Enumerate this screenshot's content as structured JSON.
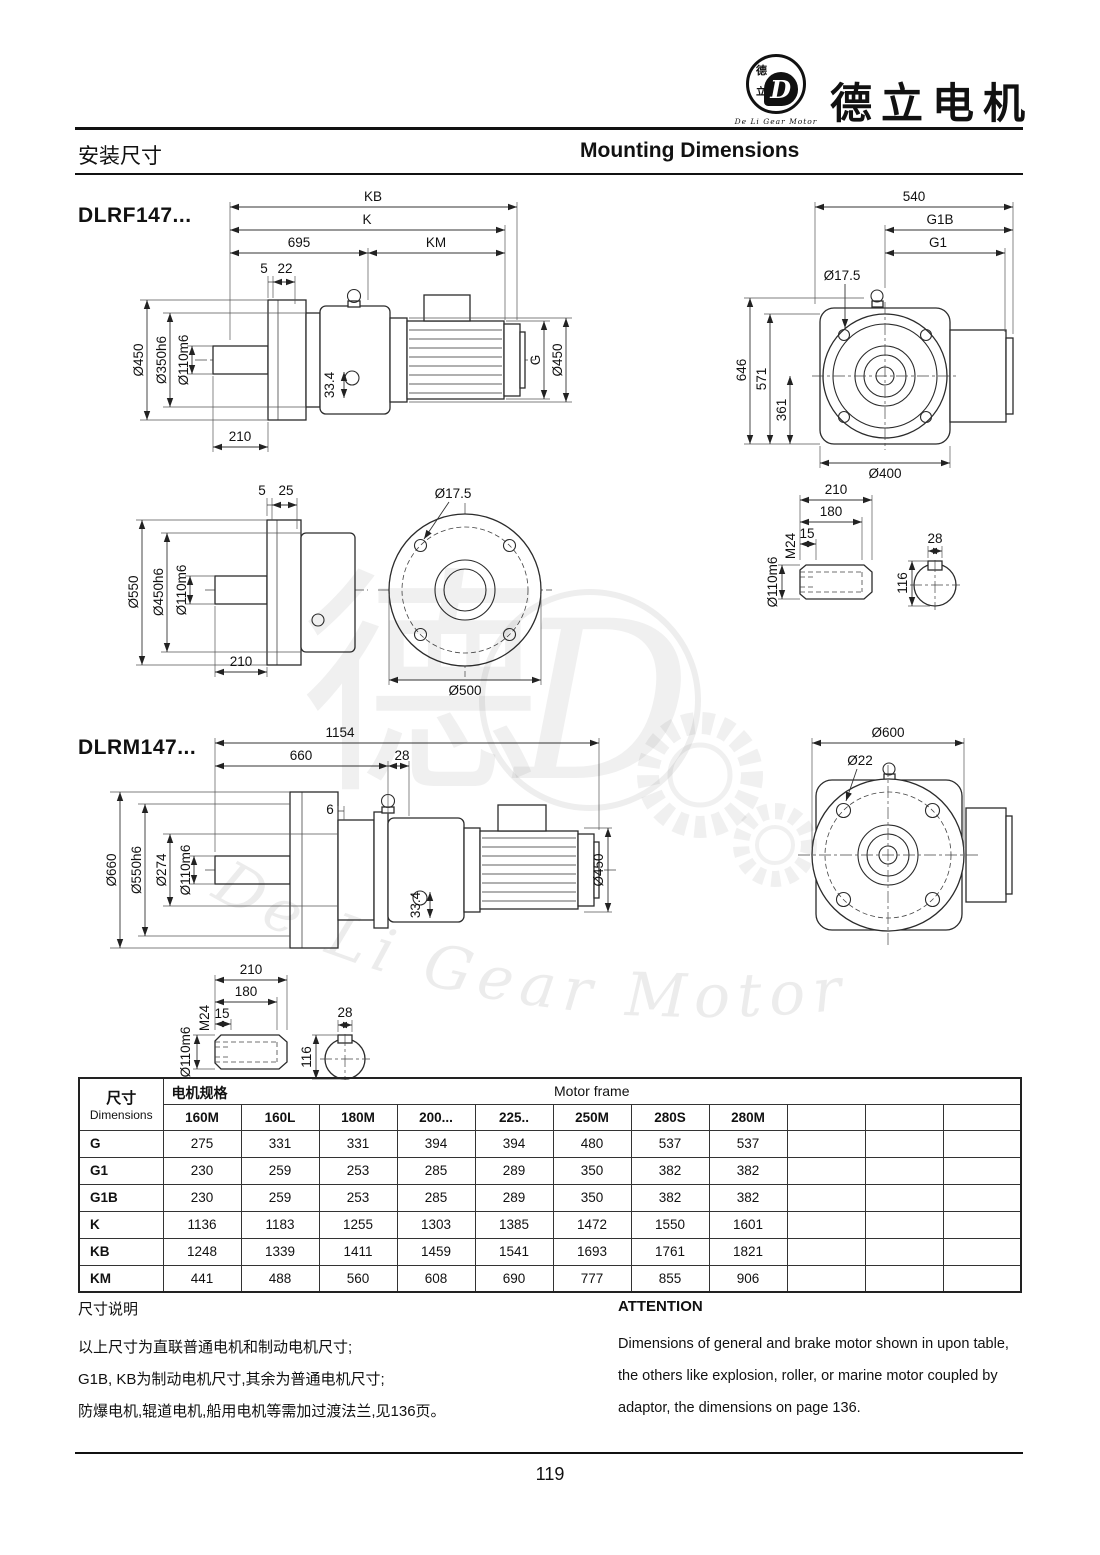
{
  "header": {
    "brand_cn": "德立电机",
    "brand_sub": "De Li Gear Motor",
    "logo_d": "D",
    "logo_top": "德",
    "logo_bottom": "立"
  },
  "titles": {
    "cn": "安装尺寸",
    "en": "Mounting Dimensions"
  },
  "watermark": {
    "d": "D",
    "de": "德",
    "text": "De Li Gear Motor"
  },
  "dlrf": {
    "title": "DLRF147...",
    "side": {
      "kb": "KB",
      "k": "K",
      "l695": "695",
      "km": "KM",
      "n5": "5",
      "n22": "22",
      "dia450_left": "Ø450",
      "dia350h6": "Ø350h6",
      "dia110m6": "Ø110m6",
      "n33_4": "33.4",
      "n210": "210",
      "g": "G",
      "dia450_right": "Ø450"
    },
    "rear": {
      "n540": "540",
      "g1b": "G1B",
      "g1": "G1",
      "dia17_5": "Ø17.5",
      "n646": "646",
      "n571": "571",
      "n361": "361",
      "dia400": "Ø400"
    },
    "flange_side": {
      "n5": "5",
      "n25": "25",
      "dia550": "Ø550",
      "dia450h6": "Ø450h6",
      "dia110m6": "Ø110m6",
      "n210": "210"
    },
    "flange_front": {
      "dia17_5": "Ø17.5",
      "dia500": "Ø500"
    },
    "shaft": {
      "n210": "210",
      "n180": "180",
      "n15": "15",
      "m24": "M24",
      "dia110m6": "Ø110m6",
      "n28": "28",
      "n116": "116"
    }
  },
  "dlrm": {
    "title": "DLRM147...",
    "side": {
      "n1154": "1154",
      "n660": "660",
      "n28": "28",
      "dia660": "Ø660",
      "dia550h6": "Ø550h6",
      "dia274": "Ø274",
      "dia110m6": "Ø110m6",
      "n6": "6",
      "n33_4": "33.4",
      "dia450": "Ø450"
    },
    "front": {
      "dia600": "Ø600",
      "dia22": "Ø22"
    },
    "shaft": {
      "n210": "210",
      "n180": "180",
      "n15": "15",
      "m24": "M24",
      "dia110m6": "Ø110m6",
      "n28": "28",
      "n116": "116"
    }
  },
  "table": {
    "dim_header_cn": "尺寸",
    "dim_header_en": "Dimensions",
    "motor_spec_cn": "电机规格",
    "motor_frame_en": "Motor frame",
    "columns": [
      "160M",
      "160L",
      "180M",
      "200...",
      "225..",
      "250M",
      "280S",
      "280M",
      "",
      "",
      ""
    ],
    "rows": [
      {
        "name": "G",
        "values": [
          "275",
          "331",
          "331",
          "394",
          "394",
          "480",
          "537",
          "537",
          "",
          "",
          ""
        ]
      },
      {
        "name": "G1",
        "values": [
          "230",
          "259",
          "253",
          "285",
          "289",
          "350",
          "382",
          "382",
          "",
          "",
          ""
        ]
      },
      {
        "name": "G1B",
        "values": [
          "230",
          "259",
          "253",
          "285",
          "289",
          "350",
          "382",
          "382",
          "",
          "",
          ""
        ]
      },
      {
        "name": "K",
        "values": [
          "1136",
          "1183",
          "1255",
          "1303",
          "1385",
          "1472",
          "1550",
          "1601",
          "",
          "",
          ""
        ]
      },
      {
        "name": "KB",
        "values": [
          "1248",
          "1339",
          "1411",
          "1459",
          "1541",
          "1693",
          "1761",
          "1821",
          "",
          "",
          ""
        ]
      },
      {
        "name": "KM",
        "values": [
          "441",
          "488",
          "560",
          "608",
          "690",
          "777",
          "855",
          "906",
          "",
          "",
          ""
        ]
      }
    ]
  },
  "notes": {
    "cn_title": "尺寸说明",
    "cn_lines": [
      "以上尺寸为直联普通电机和制动电机尺寸;",
      "G1B, KB为制动电机尺寸,其余为普通电机尺寸;",
      "防爆电机,辊道电机,船用电机等需加过渡法兰,见136页。"
    ],
    "en_title": "ATTENTION",
    "en_lines": [
      "Dimensions of general and brake motor shown in upon table,",
      "the others like explosion, roller, or marine motor coupled by",
      "adaptor, the dimensions on page 136."
    ]
  },
  "footer": {
    "page": "119"
  }
}
